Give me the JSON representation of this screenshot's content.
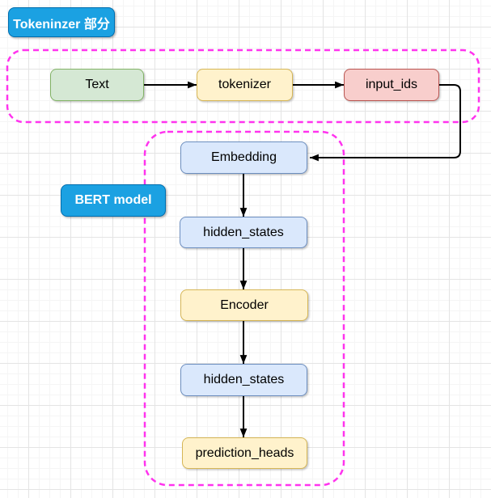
{
  "badges": {
    "tokenizer_section": "Tokeninzer 部分",
    "bert_model": "BERT model"
  },
  "nodes": {
    "text": "Text",
    "tokenizer": "tokenizer",
    "input_ids": "input_ids",
    "embedding": "Embedding",
    "hidden_states_top": "hidden_states",
    "encoder": "Encoder",
    "hidden_states_bottom": "hidden_states",
    "prediction_heads": "prediction_heads"
  },
  "edges": [
    {
      "from": "Text",
      "to": "tokenizer"
    },
    {
      "from": "tokenizer",
      "to": "input_ids"
    },
    {
      "from": "input_ids",
      "to": "Embedding"
    },
    {
      "from": "Embedding",
      "to": "hidden_states"
    },
    {
      "from": "hidden_states",
      "to": "Encoder"
    },
    {
      "from": "Encoder",
      "to": "hidden_states"
    },
    {
      "from": "hidden_states",
      "to": "prediction_heads"
    }
  ],
  "colors": {
    "badge_fill": "#1ba1e2",
    "badge_stroke": "#006eaf",
    "badge_text": "#ffffff",
    "container_border": "#ff33ee",
    "node_green_fill": "#d5e8d4",
    "node_green_stroke": "#82b366",
    "node_yellow_fill": "#fff2cc",
    "node_yellow_stroke": "#d6b656",
    "node_red_fill": "#f8cecc",
    "node_red_stroke": "#b85450",
    "node_blue_fill": "#dae8fc",
    "node_blue_stroke": "#6c8ebf",
    "arrow": "#000000"
  }
}
